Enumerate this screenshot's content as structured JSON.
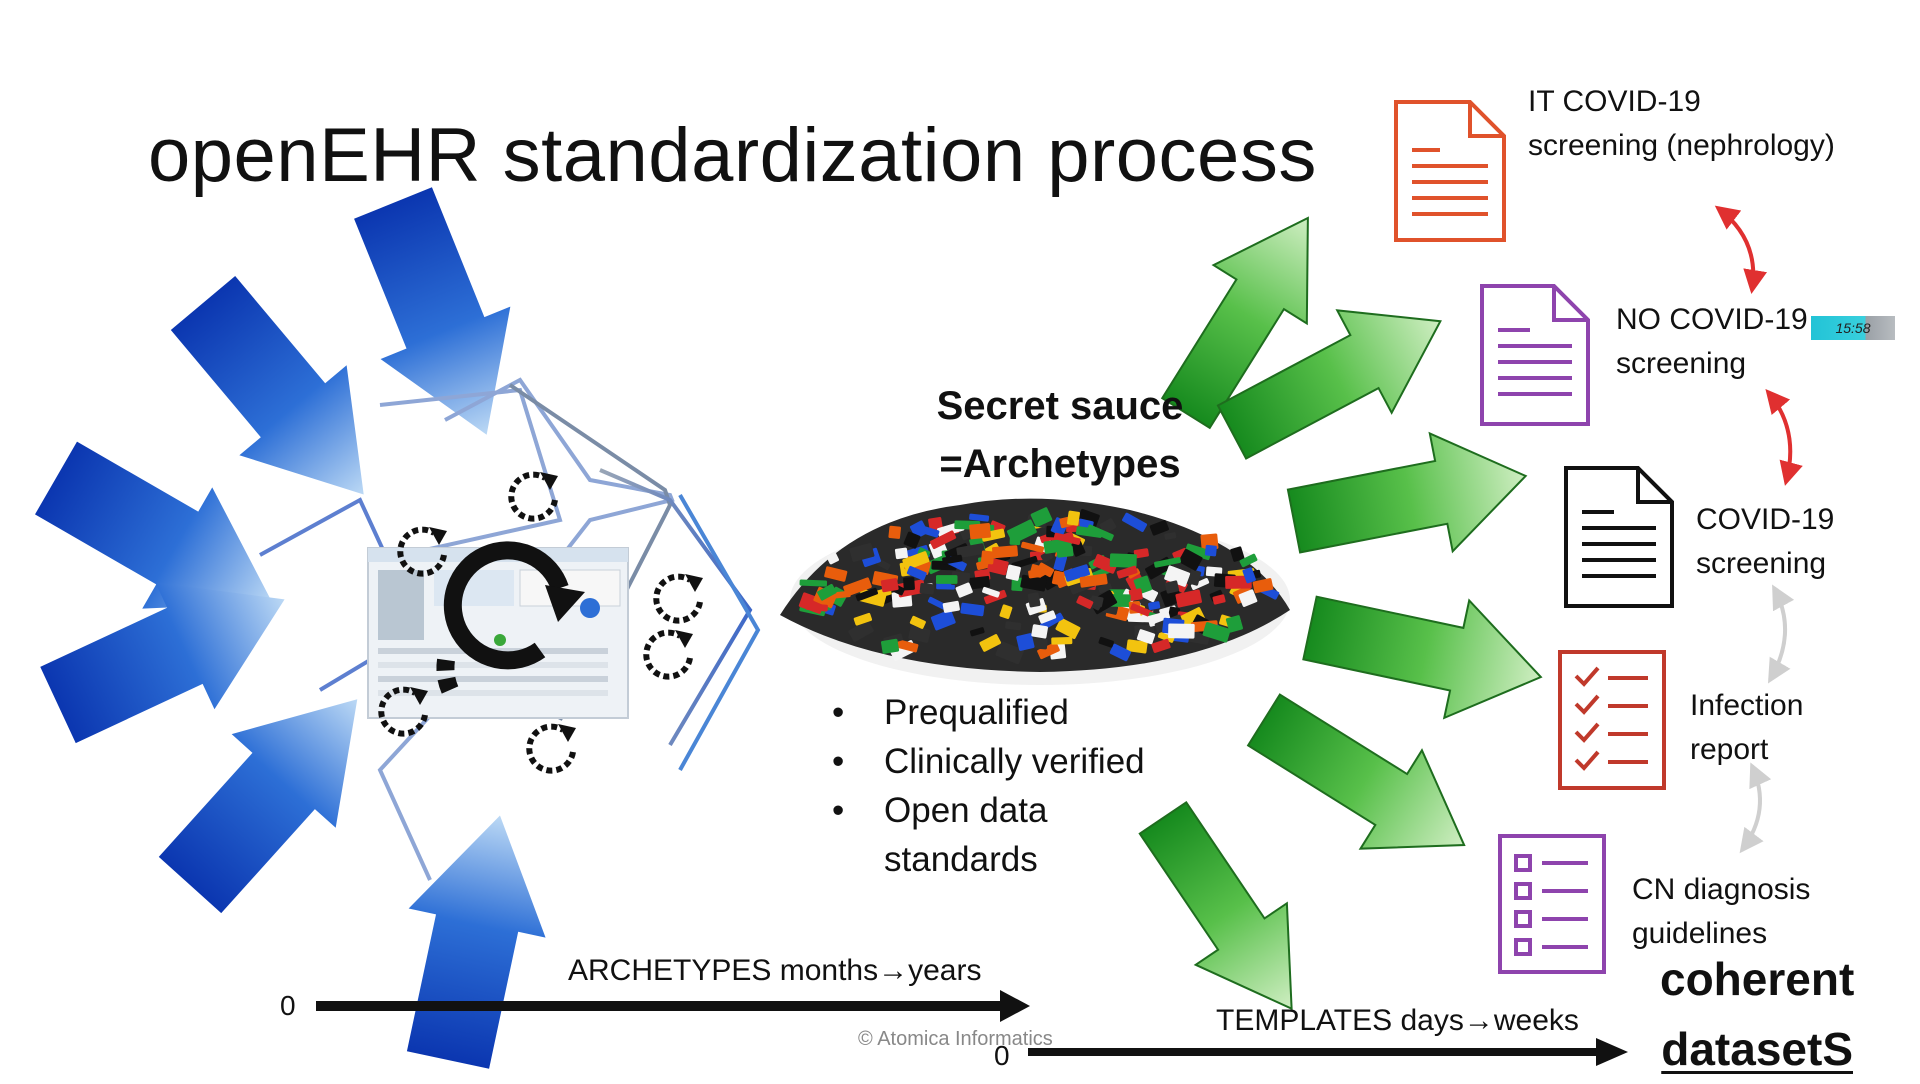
{
  "title": "openEHR standardization process",
  "secret_sauce": {
    "line1": "Secret sauce",
    "line2": "=Archetypes"
  },
  "bullets": [
    "Prequalified",
    "Clinically verified",
    "Open data\nstandards"
  ],
  "documents": [
    {
      "label": "IT COVID-19\nscreening (nephrology)",
      "color": "#e0522b",
      "icon": "document-icon"
    },
    {
      "label": "NO COVID-19\nscreening",
      "color": "#8e44ad",
      "icon": "document-icon"
    },
    {
      "label": "COVID-19\nscreening",
      "color": "#111111",
      "icon": "document-icon"
    },
    {
      "label": "Infection\nreport",
      "color": "#c0392b",
      "icon": "checklist-icon"
    },
    {
      "label": "CN diagnosis\nguidelines",
      "color": "#8e44ad",
      "icon": "list-icon"
    }
  ],
  "axes": {
    "archetypes_label": "ARCHETYPES months→years",
    "archetypes_zero": "0",
    "templates_label": "TEMPLATES days→weeks",
    "templates_zero": "0"
  },
  "coherent": {
    "line1": "coherent",
    "line2": "datasetS"
  },
  "copyright": "© Atomica Informatics",
  "time_badge": "15:58",
  "colors": {
    "blue_arrows": "#1f4fb8",
    "green_arrows": "#3aa83a",
    "relation_red": "#e03030",
    "relation_gray": "#c8c8c8"
  }
}
